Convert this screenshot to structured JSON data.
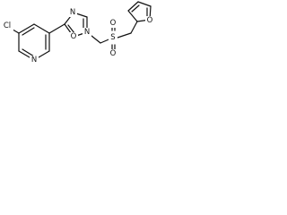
{
  "structure": {
    "atoms": {
      "cl": "Cl",
      "n_pyridine": "N",
      "n_oxa_3": "N",
      "n_oxa_4": "N",
      "o_oxa": "O",
      "s": "S",
      "o_s_top": "O",
      "o_s_bottom": "O",
      "o_furan": "O"
    }
  }
}
